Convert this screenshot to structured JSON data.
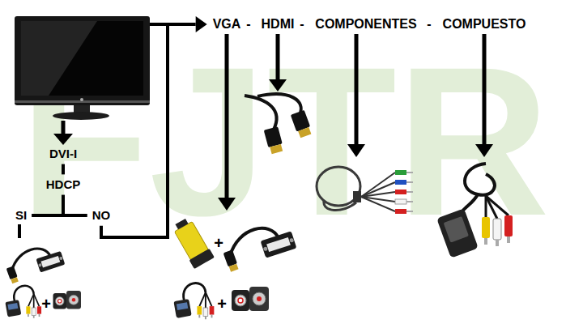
{
  "diagram": {
    "nodes": [
      {
        "text": [
          "DVI-I"
        ]
      },
      {
        "text": [
          "HDCP"
        ]
      },
      {
        "text": [
          "SI"
        ]
      },
      {
        "text": [
          "NO"
        ]
      },
      {
        "text": [
          "VGA"
        ]
      },
      {
        "text": [
          "HDMI"
        ]
      },
      {
        "text": [
          "COMPONENTES"
        ]
      },
      {
        "text": [
          "COMPUESTO"
        ]
      }
    ],
    "edges": [
      {
        "from": 0,
        "to": 1,
        "arrow": "none"
      },
      {
        "from": 1,
        "to": 2,
        "arrow": "none"
      },
      {
        "from": 1,
        "to": 3,
        "arrow": "none"
      },
      {
        "from": 3,
        "to": 4,
        "arrow": "to"
      }
    ],
    "labels": [
      "-",
      "-",
      "-",
      "+",
      "+",
      "+",
      "FJTR"
    ]
  }
}
